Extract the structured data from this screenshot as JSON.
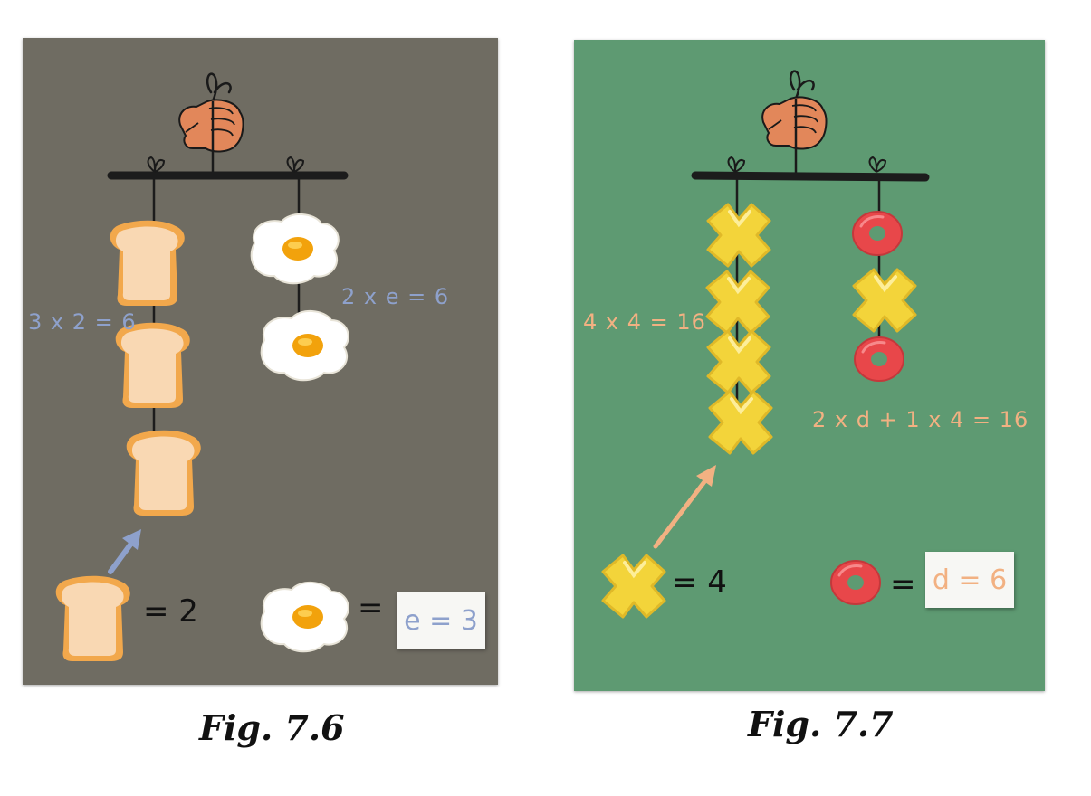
{
  "figures": [
    {
      "caption": "Fig. 7.6",
      "background": "#6f6c62",
      "accent": "#8ea1cc",
      "left_equation": "3 x 2 = 6",
      "right_equation": "2 x e = 6",
      "legend_left_value": "= 2",
      "legend_right_equals": "=",
      "answer": "e = 3",
      "left_string_items": [
        "toast",
        "toast",
        "toast"
      ],
      "right_string_items": [
        "fried-egg",
        "fried-egg"
      ]
    },
    {
      "caption": "Fig. 7.7",
      "background": "#5e9a72",
      "accent": "#f2b182",
      "left_equation": "4 x 4 = 16",
      "right_equation": "2 x d + 1 x 4 = 16",
      "legend_left_value": "= 4",
      "legend_right_equals": "=",
      "answer": "d = 6",
      "left_string_items": [
        "cross",
        "cross",
        "cross",
        "cross"
      ],
      "right_string_items": [
        "ring",
        "cross",
        "ring"
      ]
    }
  ]
}
